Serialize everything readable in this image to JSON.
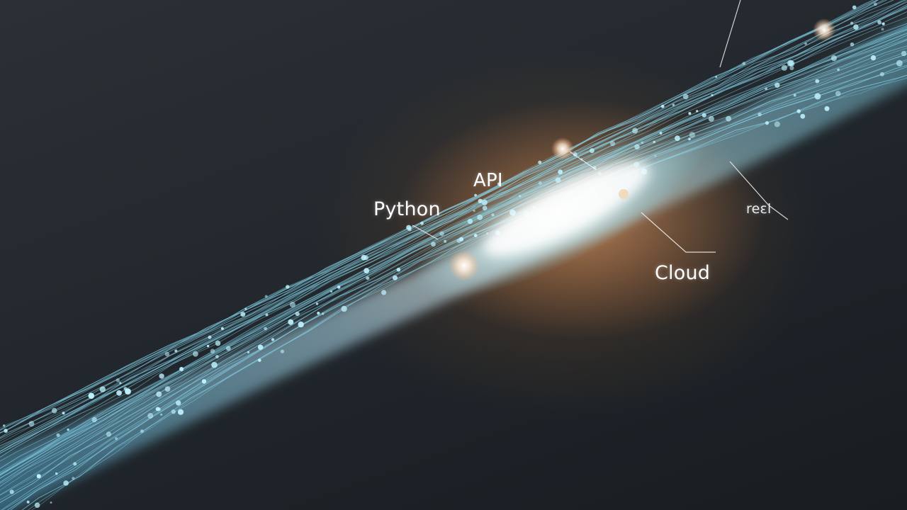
{
  "scene": {
    "labels": {
      "api": "API",
      "python": "Python",
      "cloud": "Cloud",
      "garbled": "reɛl"
    }
  },
  "colors": {
    "background": "#1f262b",
    "strand_cyan": "#7fe3ff",
    "glow_core": "#ffffff",
    "glow_orange": "#ff9a4d"
  }
}
